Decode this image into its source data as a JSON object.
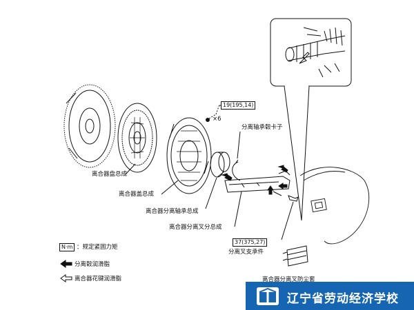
{
  "torque_spec_top": "19(195,14)",
  "bolt_count": "×6",
  "torque_spec_bottom": "37(375,27)",
  "labels": {
    "release_bearing_hub_clip": "分离轴承毂卡子",
    "clutch_disc_assy": "离合器盘总成",
    "clutch_cover_assy": "离合器盖总成",
    "release_bearing_assy": "离合器分离轴承总成",
    "release_fork_subassy": "离合器分离叉分总成",
    "release_fork_support": "分离叉支承件",
    "release_fork_boot": "离合器分离叉防尘套"
  },
  "legend": {
    "nm_box": "N·m",
    "nm_desc": "：规定紧固力矩",
    "hub_grease": "分离毂润滑脂",
    "spline_grease": "离合器花键润滑脂"
  },
  "footer": {
    "school_name": "辽宁省劳动经济学校",
    "bg_color": "#1565b3"
  }
}
